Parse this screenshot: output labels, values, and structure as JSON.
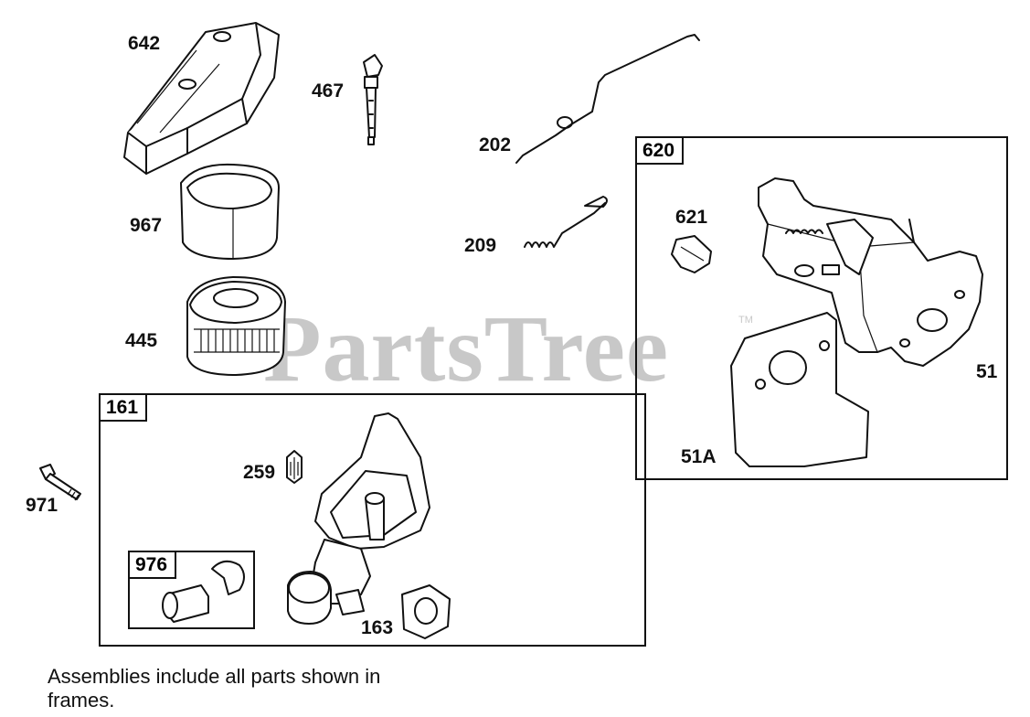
{
  "watermark": {
    "text": "PartsTree",
    "trademark": "TM"
  },
  "footnote": "Assemblies include all parts shown in frames.",
  "frames": {
    "f161": {
      "label": "161"
    },
    "f620": {
      "label": "620"
    },
    "f976": {
      "label": "976"
    }
  },
  "parts": {
    "p642": "642",
    "p467": "467",
    "p202": "202",
    "p967": "967",
    "p209": "209",
    "p621": "621",
    "p445": "445",
    "p51": "51",
    "p259": "259",
    "p971": "971",
    "p51a": "51A",
    "p163": "163"
  },
  "icons": {
    "cover": "air-cleaner-cover-icon",
    "filter": "air-filter-icon",
    "precleaner": "pre-cleaner-icon",
    "dipstick": "dipstick-icon",
    "link": "governor-link-icon",
    "spring": "governor-spring-icon",
    "bracket": "control-bracket-icon",
    "gasket": "gasket-icon",
    "bolt": "bolt-icon",
    "base": "air-cleaner-base-icon"
  }
}
